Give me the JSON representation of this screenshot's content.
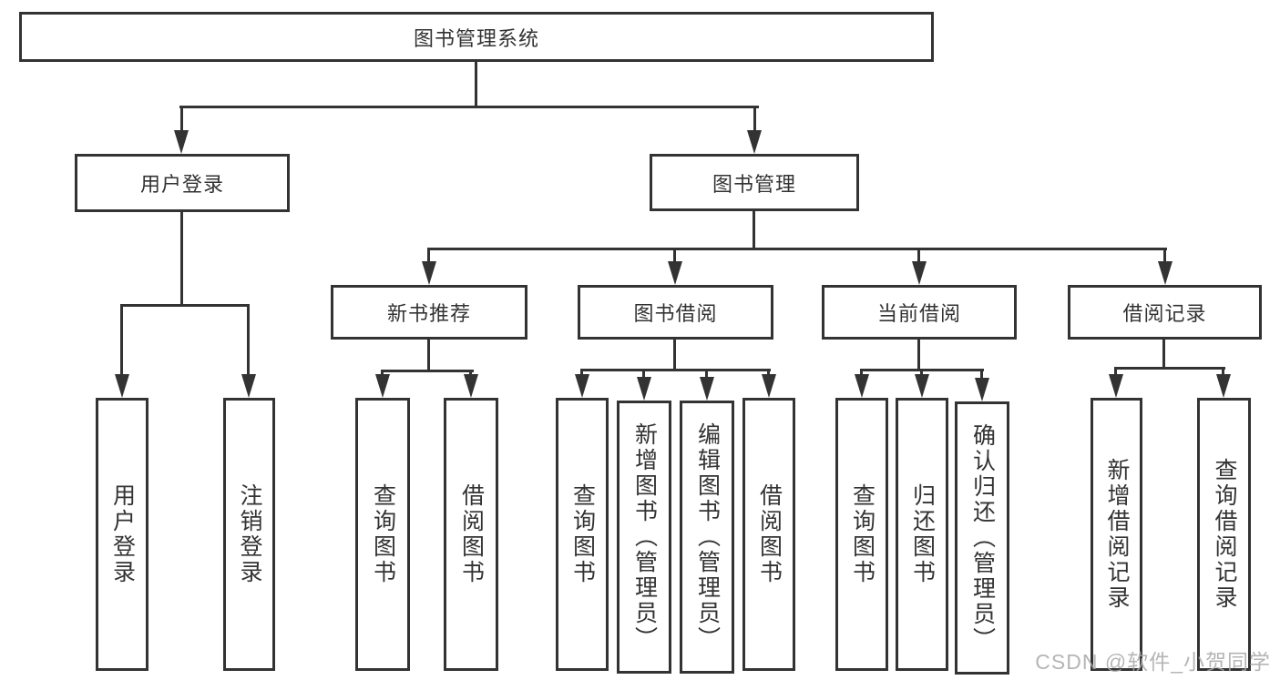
{
  "colors": {
    "line": "#333333",
    "text": "#333333",
    "background": "#ffffff",
    "watermark": "#a9a9a9"
  },
  "watermark": {
    "text": "CSDN @软件_小贺同学"
  },
  "tree": {
    "root": {
      "label": "图书管理系统"
    },
    "user_login": {
      "label": "用户登录",
      "children": {
        "login": {
          "label": "用户登录"
        },
        "logout": {
          "label": "注销登录"
        }
      }
    },
    "book_manage": {
      "label": "图书管理",
      "children": {
        "new_book_recommend": {
          "label": "新书推荐",
          "children": {
            "query_book": {
              "label": "查询图书"
            },
            "borrow_book": {
              "label": "借阅图书"
            }
          }
        },
        "book_borrow": {
          "label": "图书借阅",
          "children": {
            "query_book": {
              "label": "查询图书"
            },
            "add_book_admin": {
              "label": "新增图书（管理员）"
            },
            "edit_book_admin": {
              "label": "编辑图书（管理员）"
            },
            "borrow_book": {
              "label": "借阅图书"
            }
          }
        },
        "current_borrow": {
          "label": "当前借阅",
          "children": {
            "query_book": {
              "label": "查询图书"
            },
            "return_book": {
              "label": "归还图书"
            },
            "confirm_return_admin": {
              "label": "确认归还（管理员）"
            }
          }
        },
        "borrow_record": {
          "label": "借阅记录",
          "children": {
            "add_borrow_record": {
              "label": "新增借阅记录"
            },
            "query_borrow_record": {
              "label": "查询借阅记录"
            }
          }
        }
      }
    }
  }
}
